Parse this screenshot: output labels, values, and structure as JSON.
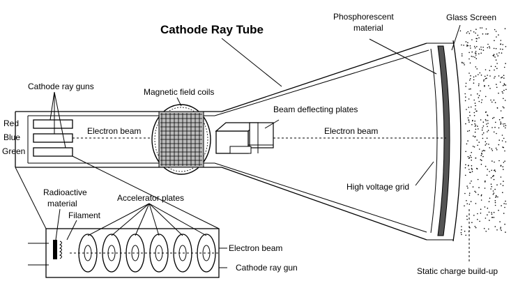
{
  "title": "Cathode Ray Tube",
  "labels": {
    "phosphorescent": [
      "Phosphorescent",
      "material"
    ],
    "glass_screen": "Glass Screen",
    "cathode_ray_guns": "Cathode ray guns",
    "magnetic_field_coils": "Magnetic field coils",
    "beam_deflecting_plates": "Beam deflecting plates",
    "electron_beam_left": "Electron beam",
    "electron_beam_right": "Electron beam",
    "red": "Red",
    "blue": "Blue",
    "green": "Green",
    "high_voltage_grid": "High voltage grid",
    "radioactive_material": [
      "Radioactive",
      "material"
    ],
    "filament": "Filament",
    "accelerator_plates": "Accelerator plates",
    "electron_beam_gun": "Electron beam",
    "cathode_ray_gun": "Cathode ray gun",
    "static_charge": "Static charge build-up"
  }
}
